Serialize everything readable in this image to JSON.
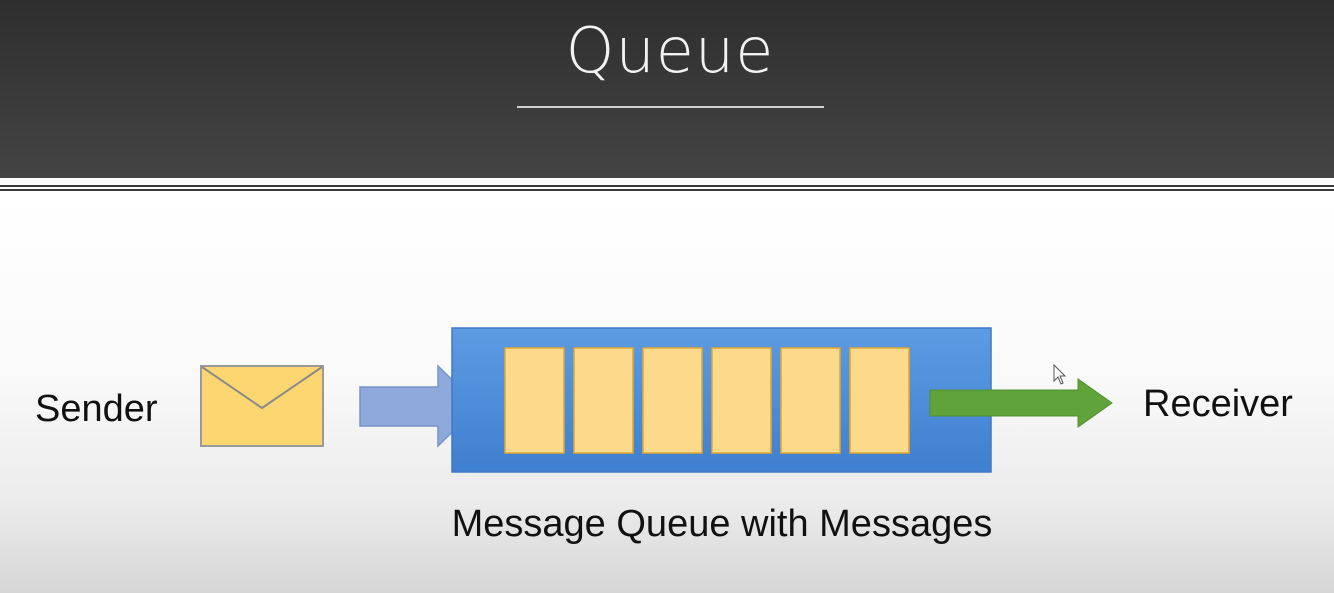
{
  "slide": {
    "title": "Queue"
  },
  "diagram": {
    "sender_label": "Sender",
    "receiver_label": "Receiver",
    "queue_caption": "Message Queue with Messages",
    "message_slot_count": 6,
    "colors": {
      "queue_fill": "#4f8fdc",
      "message_fill": "#fdd98c",
      "message_border": "#e0a82e",
      "envelope_fill": "#fcd670",
      "envelope_border": "#9a9a9a",
      "in_arrow_fill": "#8ea9db",
      "out_arrow_fill": "#5fa33a"
    }
  }
}
